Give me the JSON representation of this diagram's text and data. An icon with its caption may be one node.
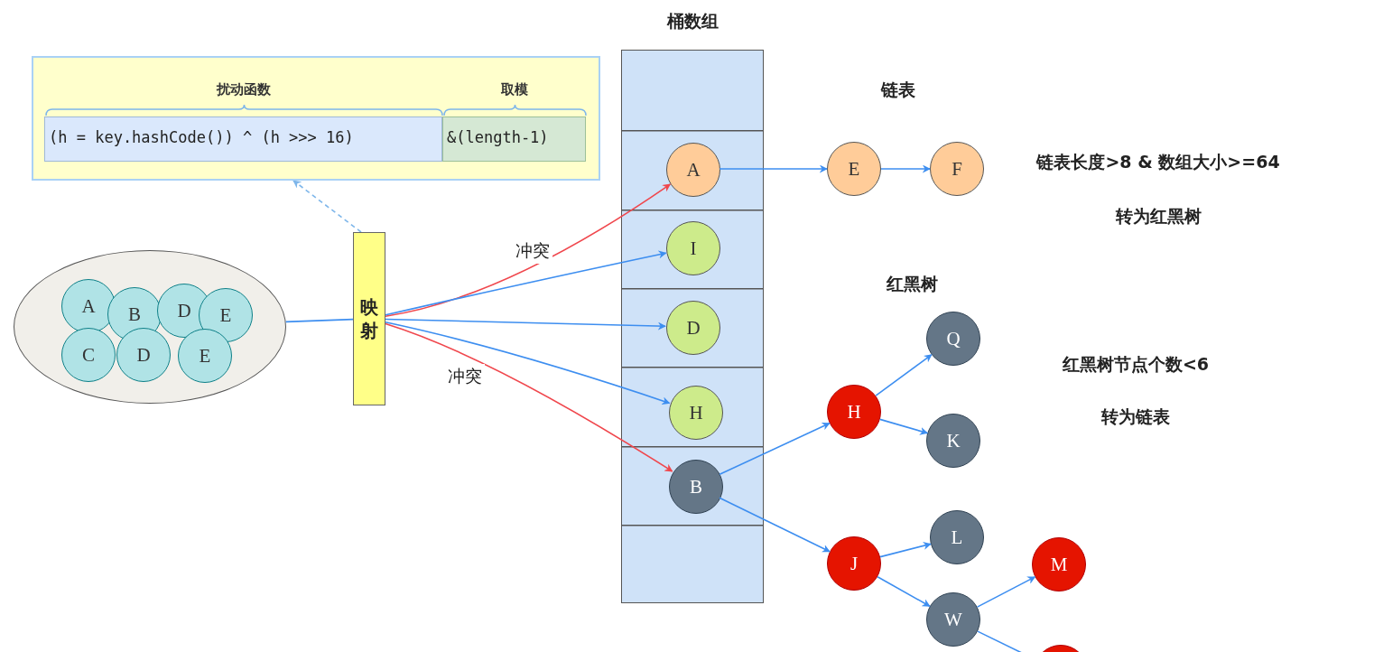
{
  "diagram": {
    "nodes": [
      {
        "text": [],
        "shape": "box"
      },
      {
        "text": [
          "扰动函数",
          "(h = key.hashCode()) ^ (h >>> 16)"
        ],
        "in": 0
      },
      {
        "text": [
          "取模",
          "&(length-1)"
        ],
        "in": 0
      },
      {
        "text": [],
        "shape": "ellipse"
      },
      {
        "text": [
          "A"
        ],
        "in": 3
      },
      {
        "text": [
          "B"
        ],
        "in": 3
      },
      {
        "text": [
          "D"
        ],
        "in": 3
      },
      {
        "text": [
          "E"
        ],
        "in": 3
      },
      {
        "text": [
          "C"
        ],
        "in": 3
      },
      {
        "text": [
          "D"
        ],
        "in": 3
      },
      {
        "text": [
          "E"
        ],
        "in": 3
      },
      {
        "text": [
          "映射"
        ]
      },
      {
        "text": [
          "桶数组"
        ]
      },
      {
        "text": [
          "A"
        ],
        "in": 12
      },
      {
        "text": [
          "I"
        ],
        "in": 12
      },
      {
        "text": [
          "D"
        ],
        "in": 12
      },
      {
        "text": [
          "H"
        ],
        "in": 12
      },
      {
        "text": [
          "B"
        ],
        "in": 12
      },
      {
        "text": [
          "E"
        ]
      },
      {
        "text": [
          "F"
        ]
      },
      {
        "text": [
          "H"
        ]
      },
      {
        "text": [
          "Q"
        ]
      },
      {
        "text": [
          "K"
        ]
      },
      {
        "text": [
          "J"
        ]
      },
      {
        "text": [
          "L"
        ]
      },
      {
        "text": [
          "W"
        ]
      },
      {
        "text": [
          "M"
        ]
      },
      {
        "text": [],
        "shape": "circle"
      }
    ],
    "edges": [
      {
        "from": 3,
        "to": 11,
        "arrow": "none"
      },
      {
        "from": 11,
        "to": 0,
        "arrow": "to",
        "style": "dashed"
      },
      {
        "from": 11,
        "to": 13,
        "arrow": "to",
        "label": "冲突",
        "color": "#f0474d"
      },
      {
        "from": 11,
        "to": 14,
        "arrow": "to"
      },
      {
        "from": 11,
        "to": 15,
        "arrow": "to"
      },
      {
        "from": 11,
        "to": 16,
        "arrow": "to"
      },
      {
        "from": 11,
        "to": 17,
        "arrow": "to",
        "label": "冲突",
        "color": "#f0474d"
      },
      {
        "from": 13,
        "to": 18,
        "arrow": "to"
      },
      {
        "from": 18,
        "to": 19,
        "arrow": "to"
      },
      {
        "from": 17,
        "to": 20,
        "arrow": "to"
      },
      {
        "from": 17,
        "to": 23,
        "arrow": "to"
      },
      {
        "from": 20,
        "to": 21,
        "arrow": "to"
      },
      {
        "from": 20,
        "to": 22,
        "arrow": "to"
      },
      {
        "from": 23,
        "to": 24,
        "arrow": "to"
      },
      {
        "from": 23,
        "to": 25,
        "arrow": "to"
      },
      {
        "from": 25,
        "to": 26,
        "arrow": "to"
      },
      {
        "from": 25,
        "to": 27,
        "arrow": "to"
      }
    ],
    "labels": [
      "链表",
      "链表长度>8 & 数组大小>=64",
      "转为红黑树",
      "红黑树",
      "红黑树节点个数<6",
      "转为链表"
    ]
  }
}
